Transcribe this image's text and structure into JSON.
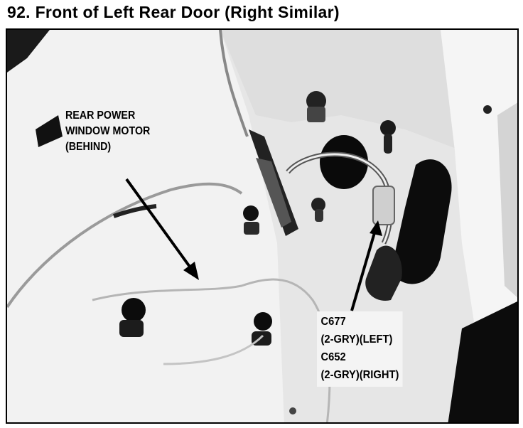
{
  "figure": {
    "title": "92. Front of Left Rear Door (Right Similar)"
  },
  "callouts": {
    "motor": {
      "line1": "REAR POWER",
      "line2": "WINDOW MOTOR",
      "line3": "(BEHIND)"
    },
    "connectors": {
      "line1": "C677",
      "line2": "(2-GRY)(LEFT)",
      "line3": "C652",
      "line4": "(2-GRY)(RIGHT)"
    }
  }
}
